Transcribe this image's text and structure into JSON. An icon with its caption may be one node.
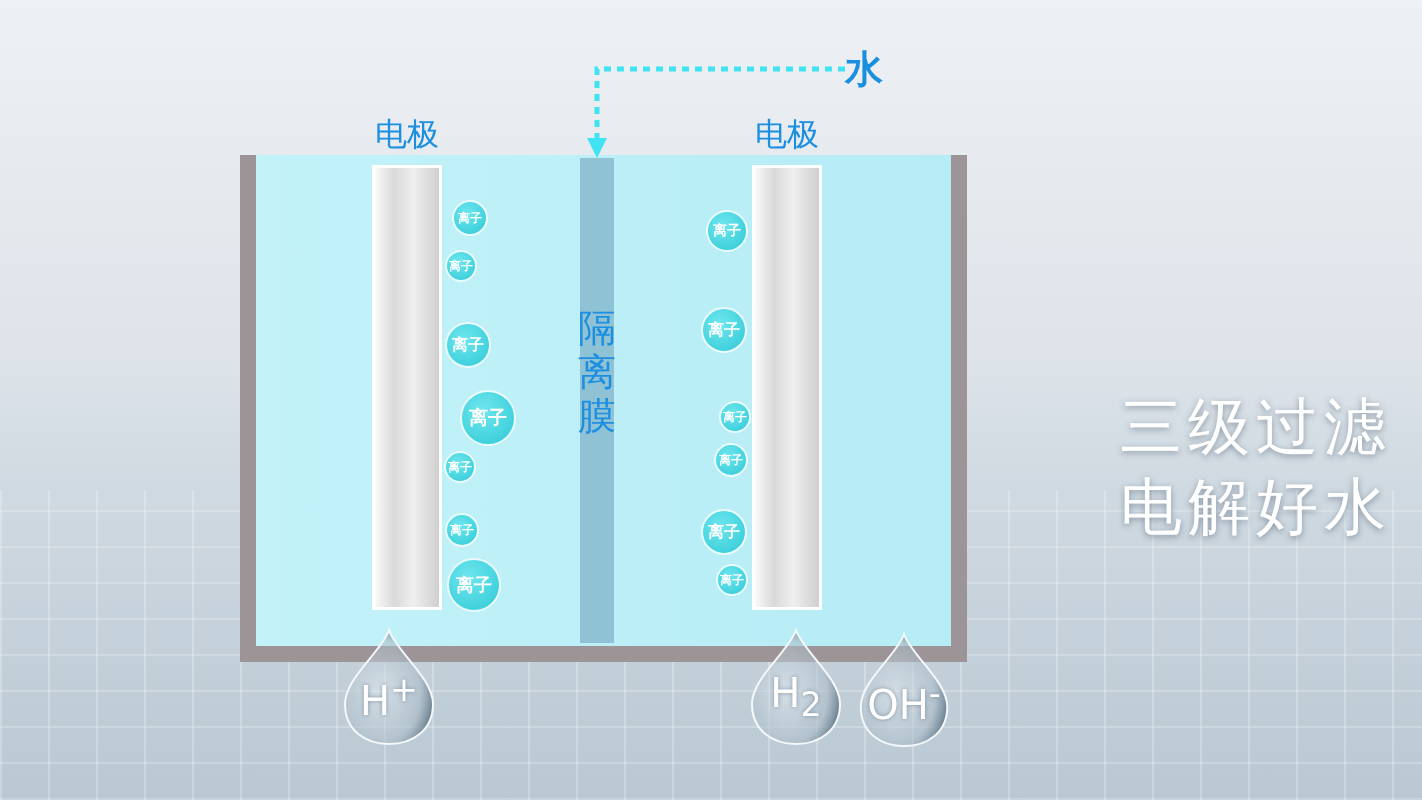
{
  "diagram": {
    "nodes": [
      {
        "text": [
          "水"
        ]
      },
      {
        "text": [],
        "shape": "box"
      },
      {
        "text": [
          "电极"
        ],
        "in": 1
      },
      {
        "text": [
          "隔离膜"
        ],
        "in": 1
      },
      {
        "text": [
          "电极"
        ],
        "in": 1
      },
      {
        "text": [
          "离子"
        ],
        "in": 1
      },
      {
        "text": [
          "离子"
        ],
        "in": 1
      },
      {
        "text": [
          "离子"
        ],
        "in": 1
      },
      {
        "text": [
          "离子"
        ],
        "in": 1
      },
      {
        "text": [
          "离子"
        ],
        "in": 1
      },
      {
        "text": [
          "离子"
        ],
        "in": 1
      },
      {
        "text": [
          "离子"
        ],
        "in": 1
      },
      {
        "text": [
          "离子"
        ],
        "in": 1
      },
      {
        "text": [
          "离子"
        ],
        "in": 1
      },
      {
        "text": [
          "离子"
        ],
        "in": 1
      },
      {
        "text": [
          "离子"
        ],
        "in": 1
      },
      {
        "text": [
          "离子"
        ],
        "in": 1
      },
      {
        "text": [
          "离子"
        ],
        "in": 1
      },
      {
        "text": [
          "H$^{+}$"
        ]
      },
      {
        "text": [
          "H$_{2}$"
        ]
      },
      {
        "text": [
          "OH$^{-}$"
        ]
      }
    ],
    "edges": [
      {
        "from": 0,
        "to": 3,
        "arrow": "to",
        "style": "dashed"
      }
    ],
    "labels": [
      "三级过滤",
      "电解好水"
    ]
  }
}
